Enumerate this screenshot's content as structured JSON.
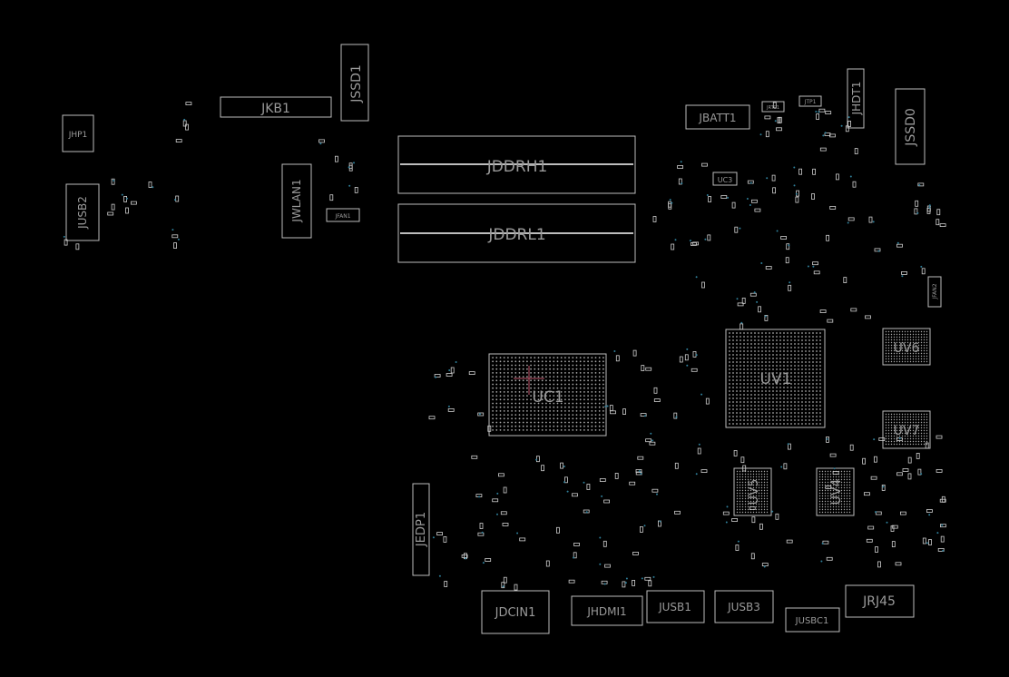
{
  "colors": {
    "background": "#000000",
    "outline": "#bdbdbd",
    "label": "#9a9a9a",
    "via": "#2f7f9a",
    "pin1_marker": "#c0566b"
  },
  "components": {
    "JHP1": "JHP1",
    "JKB1": "JKB1",
    "JSSD1": "JSSD1",
    "JUSB2": "JUSB2",
    "JWLAN1": "JWLAN1",
    "JFAN1": "JFAN1",
    "JDDRH1": "JDDRH1",
    "JDDRL1": "JDDRL1",
    "JBATT1": "JBATT1",
    "JHDT1": "JHDT1",
    "JSSD0": "JSSD0",
    "UC3": "UC3",
    "JFAN2": "JFAN2",
    "UC1": "UC1",
    "UV1": "UV1",
    "UV6": "UV6",
    "UV7": "UV7",
    "UV5": "UV5",
    "UV4": "UV4",
    "JEDP1": "JEDP1",
    "JDCIN1": "JDCIN1",
    "JHDMI1": "JHDMI1",
    "JUSB1": "JUSB1",
    "JUSB3": "JUSB3",
    "JUSBC1": "JUSBC1",
    "JRJ45": "JRJ45",
    "JRTC1": "JRTC1",
    "JTP1": "JTP1"
  }
}
